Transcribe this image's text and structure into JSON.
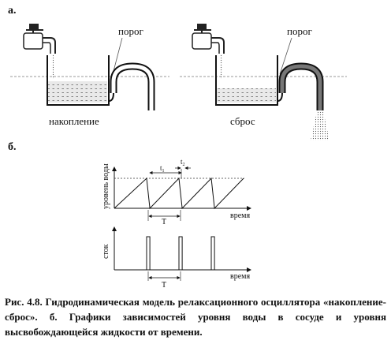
{
  "panel_a": {
    "label": "а.",
    "threshold_left": "порог",
    "threshold_right": "порог",
    "state_left": "накопление",
    "state_right": "сброс"
  },
  "panel_b": {
    "label": "б.",
    "top_graph": {
      "ylabel": "уровень воды",
      "xlabel": "время",
      "period_label": "T",
      "t1_label": "t",
      "t1_sub": "1",
      "t2_label": "t",
      "t2_sub": "2"
    },
    "bottom_graph": {
      "ylabel": "сток",
      "xlabel": "время",
      "period_label": "T"
    }
  },
  "caption": {
    "text": "Рис. 4.8. Гидродинамическая модель релаксационного осциллятора «накопление-сброс». б. Графики зависимостей уровня воды в сосуде и уровня высвобождающейся жидкости от времени."
  },
  "chart_data": [
    {
      "type": "line",
      "title": "",
      "xlabel": "время",
      "ylabel": "уровень воды",
      "x": [
        0,
        1,
        1.1,
        2,
        2.1,
        3,
        3.1,
        4
      ],
      "values": [
        0,
        1,
        0,
        1,
        0,
        1,
        0,
        1
      ],
      "grid": false
    },
    {
      "type": "line",
      "title": "",
      "xlabel": "время",
      "ylabel": "сток",
      "x": [
        1,
        1.1,
        2,
        2.1,
        3,
        3.1
      ],
      "values": [
        1,
        1,
        1,
        1,
        1,
        1
      ],
      "grid": false
    }
  ]
}
